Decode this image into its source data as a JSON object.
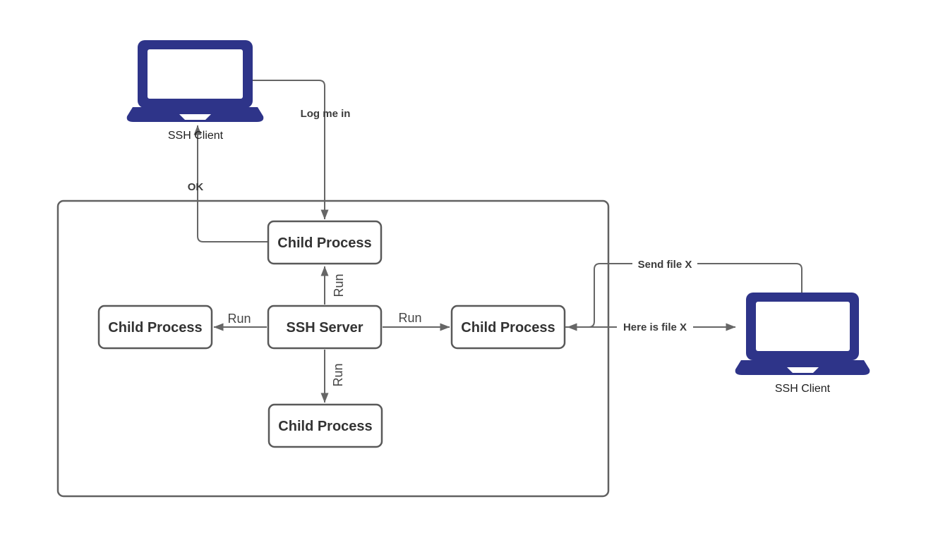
{
  "diagram": {
    "nodes": {
      "client_left": {
        "label": "SSH Client"
      },
      "client_right": {
        "label": "SSH Client"
      },
      "ssh_server": {
        "label": "SSH Server"
      },
      "child_top": {
        "label": "Child Process"
      },
      "child_left": {
        "label": "Child Process"
      },
      "child_right": {
        "label": "Child Process"
      },
      "child_bottom": {
        "label": "Child Process"
      }
    },
    "edges": {
      "log_me_in": {
        "label": "Log me in"
      },
      "ok": {
        "label": "OK"
      },
      "run_top": {
        "label": "Run"
      },
      "run_left": {
        "label": "Run"
      },
      "run_right": {
        "label": "Run"
      },
      "run_bottom": {
        "label": "Run"
      },
      "send_file": {
        "label": "Send file X"
      },
      "here_is_file": {
        "label": "Here is file X"
      }
    },
    "colors": {
      "laptop_fill": "#2e3489",
      "edge_line": "#666666",
      "box_border": "#595959",
      "box_text": "#333333",
      "background": "#ffffff"
    }
  }
}
